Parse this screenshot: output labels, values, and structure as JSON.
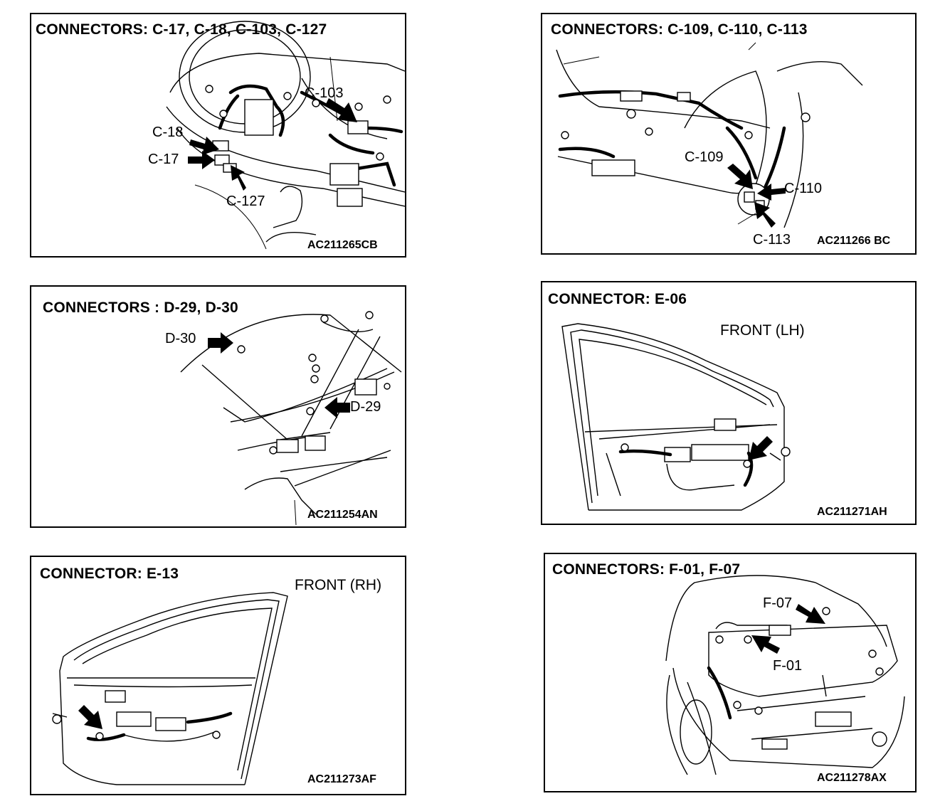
{
  "panels": [
    {
      "title": "CONNECTORS: C-17, C-18, C-103, C-127",
      "code": "AC211265CB",
      "labels": [
        "C-103",
        "C-18",
        "C-17",
        "C-127"
      ]
    },
    {
      "title": "CONNECTORS: C-109, C-110, C-113",
      "code": "AC211266 BC",
      "labels": [
        "C-109",
        "C-110",
        "C-113"
      ]
    },
    {
      "title": "CONNECTORS : D-29, D-30",
      "code": "AC211254AN",
      "labels": [
        "D-30",
        "D-29"
      ]
    },
    {
      "title": "CONNECTOR: E-06",
      "subtitle": "FRONT (LH)",
      "code": "AC211271AH",
      "labels": []
    },
    {
      "title": "CONNECTOR: E-13",
      "subtitle": "FRONT (RH)",
      "code": "AC211273AF",
      "labels": []
    },
    {
      "title": "CONNECTORS: F-01, F-07",
      "code": "AC211278AX",
      "labels": [
        "F-07",
        "F-01"
      ]
    }
  ]
}
